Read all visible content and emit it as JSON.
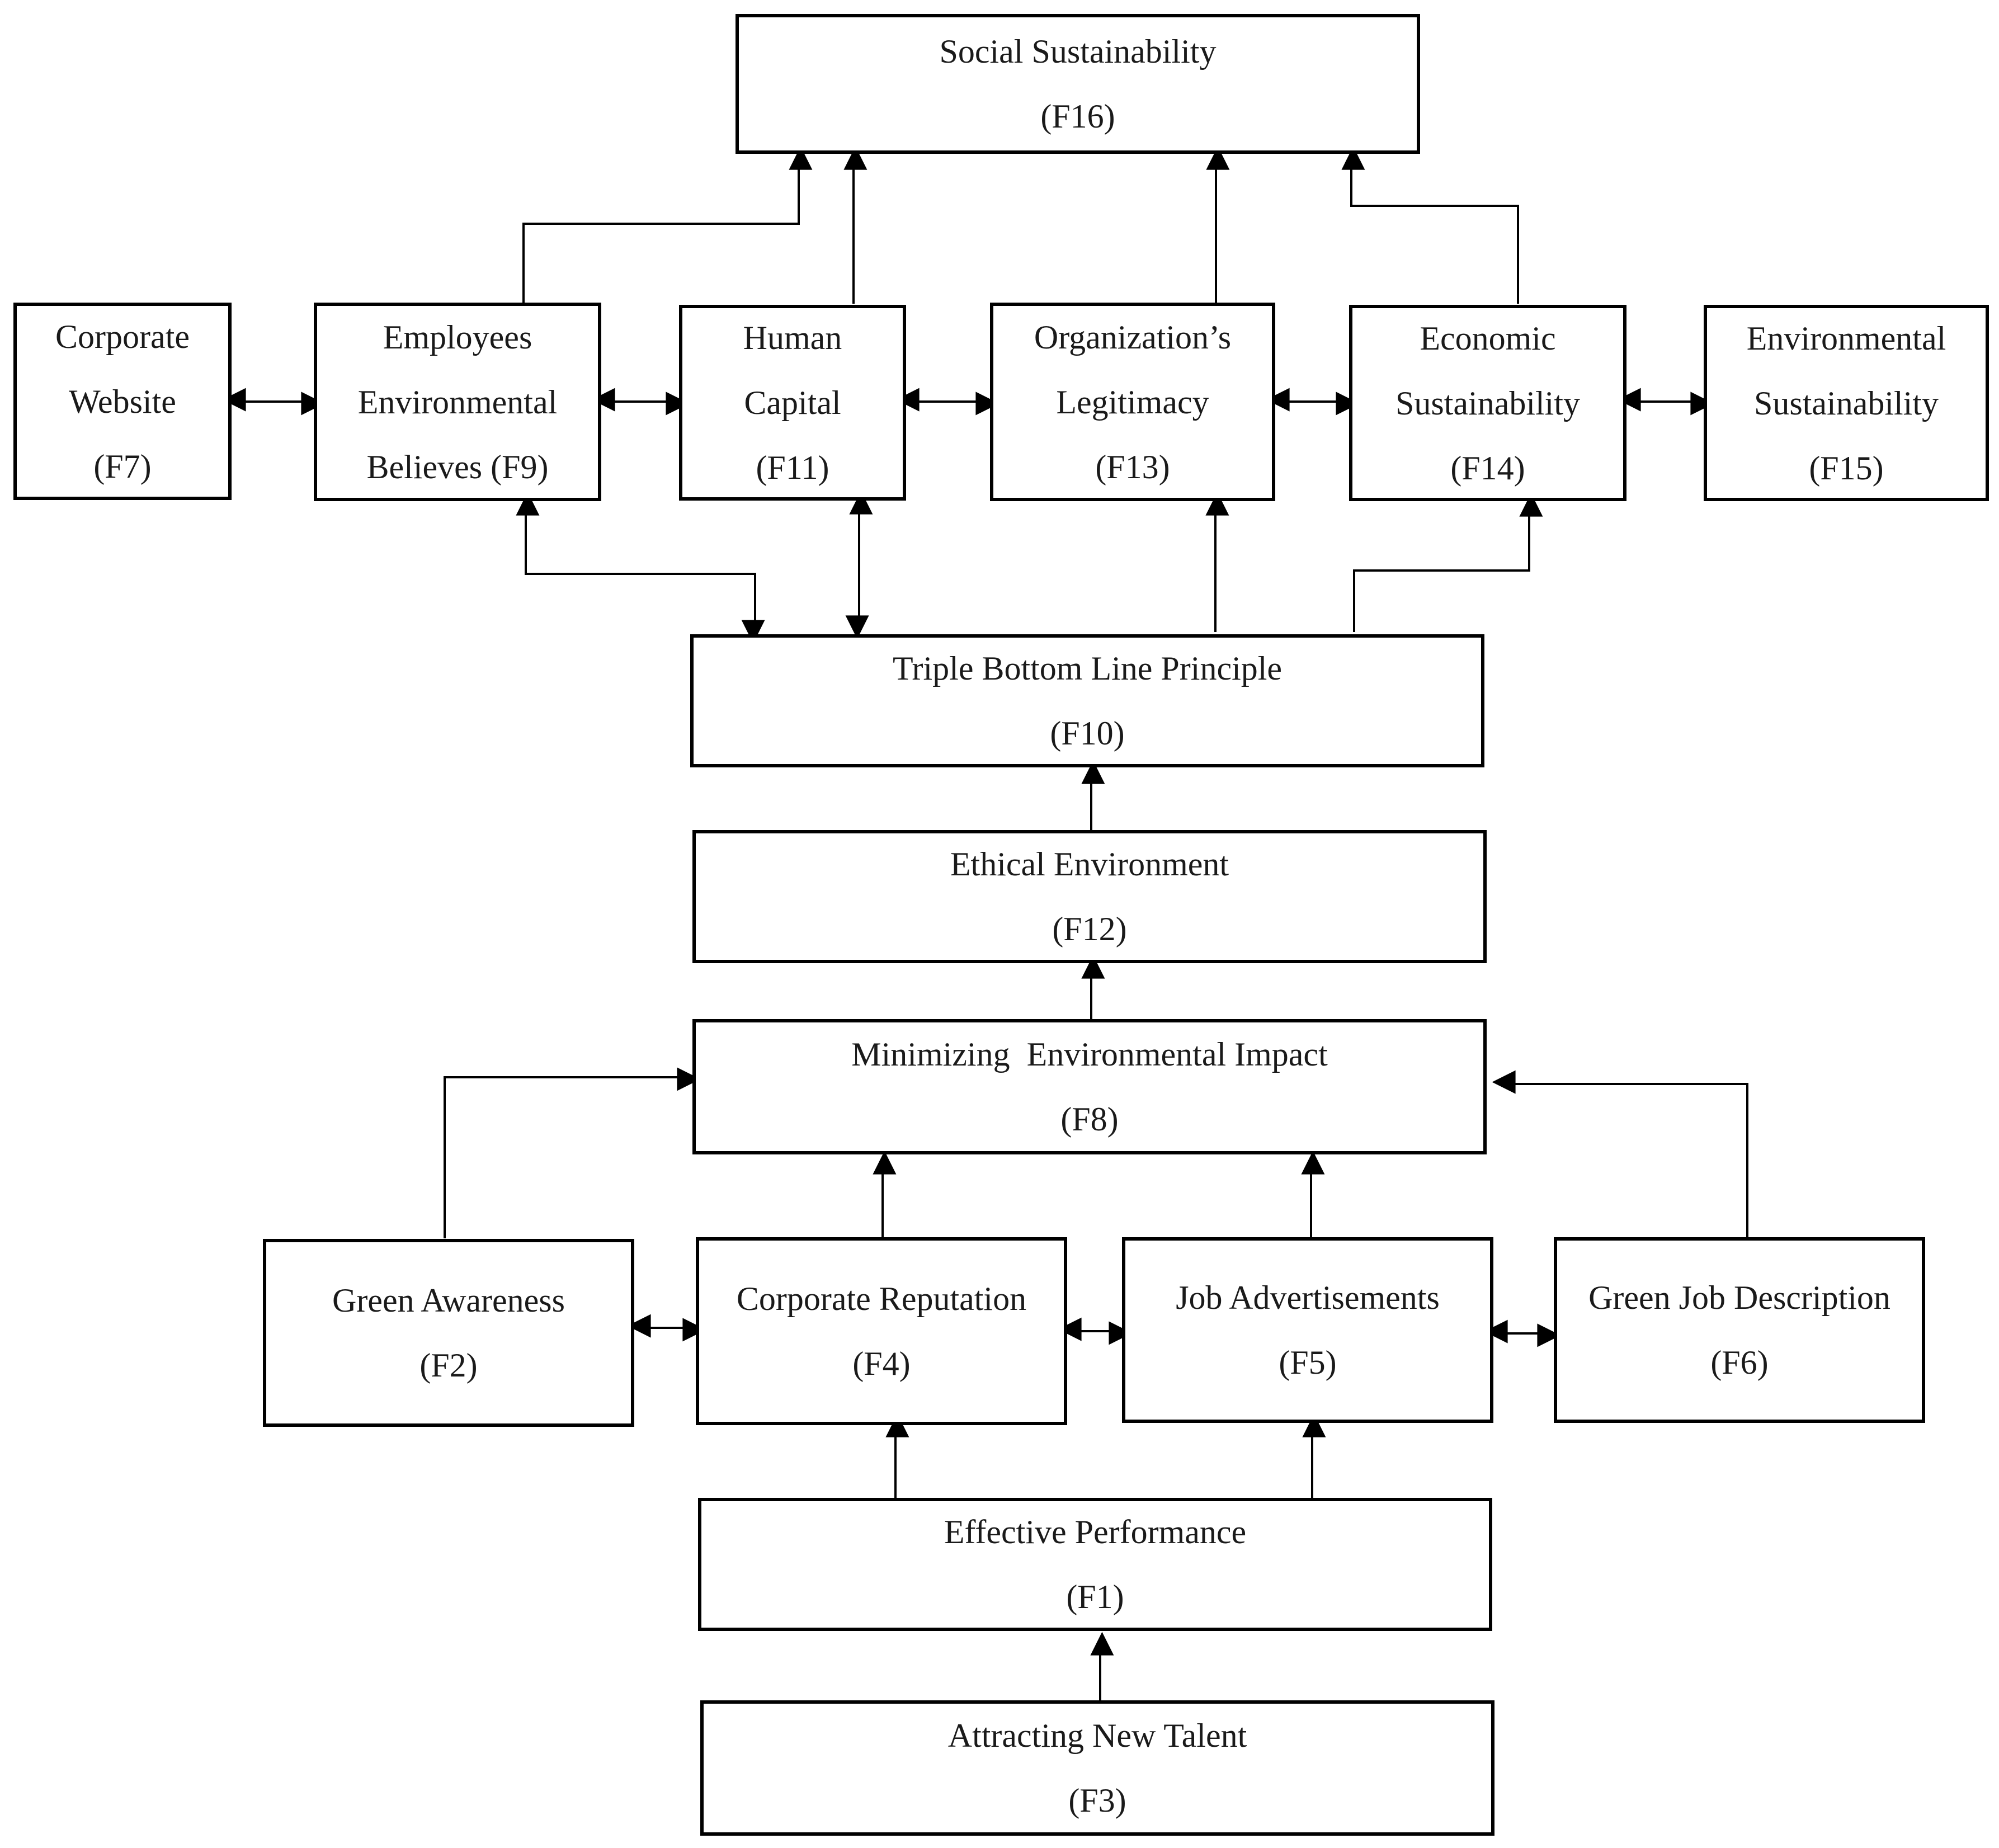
{
  "nodes": {
    "f16": {
      "lines": [
        "Social Sustainability",
        "(F16)"
      ]
    },
    "f7": {
      "lines": [
        "Corporate",
        "Website",
        "(F7)"
      ]
    },
    "f9": {
      "lines": [
        "Employees",
        "Environmental",
        "Believes (F9)"
      ]
    },
    "f11": {
      "lines": [
        "Human",
        "Capital",
        "(F11)"
      ]
    },
    "f13": {
      "lines": [
        "Organization’s",
        "Legitimacy",
        "(F13)"
      ]
    },
    "f14": {
      "lines": [
        "Economic",
        "Sustainability",
        "(F14)"
      ]
    },
    "f15": {
      "lines": [
        "Environmental",
        "Sustainability",
        "(F15)"
      ]
    },
    "f10": {
      "lines": [
        "Triple Bottom Line Principle",
        "(F10)"
      ]
    },
    "f12": {
      "lines": [
        "Ethical Environment",
        "(F12)"
      ]
    },
    "f8": {
      "lines": [
        "Minimizing  Environmental Impact",
        "(F8)"
      ]
    },
    "f2": {
      "lines": [
        "Green Awareness",
        "(F2)"
      ]
    },
    "f4": {
      "lines": [
        "Corporate Reputation",
        "(F4)"
      ]
    },
    "f5": {
      "lines": [
        "Job Advertisements",
        "(F5)"
      ]
    },
    "f6": {
      "lines": [
        "Green Job Description",
        "(F6)"
      ]
    },
    "f1": {
      "lines": [
        "Effective Performance",
        "(F1)"
      ]
    },
    "f3": {
      "lines": [
        "Attracting New Talent",
        "(F3)"
      ]
    }
  },
  "edges": [
    {
      "from": "f3",
      "to": "f1",
      "type": "directed"
    },
    {
      "from": "f1",
      "to": "f4",
      "type": "directed"
    },
    {
      "from": "f1",
      "to": "f5",
      "type": "directed"
    },
    {
      "from": "f2",
      "to": "f4",
      "type": "bidirectional"
    },
    {
      "from": "f4",
      "to": "f5",
      "type": "bidirectional"
    },
    {
      "from": "f5",
      "to": "f6",
      "type": "bidirectional"
    },
    {
      "from": "f2",
      "to": "f8",
      "type": "directed"
    },
    {
      "from": "f4",
      "to": "f8",
      "type": "directed"
    },
    {
      "from": "f5",
      "to": "f8",
      "type": "directed"
    },
    {
      "from": "f6",
      "to": "f8",
      "type": "directed"
    },
    {
      "from": "f8",
      "to": "f12",
      "type": "directed"
    },
    {
      "from": "f12",
      "to": "f10",
      "type": "directed"
    },
    {
      "from": "f10",
      "to": "f9",
      "type": "bidirectional"
    },
    {
      "from": "f10",
      "to": "f11",
      "type": "bidirectional"
    },
    {
      "from": "f10",
      "to": "f13",
      "type": "directed"
    },
    {
      "from": "f10",
      "to": "f14",
      "type": "directed"
    },
    {
      "from": "f7",
      "to": "f9",
      "type": "bidirectional"
    },
    {
      "from": "f9",
      "to": "f11",
      "type": "bidirectional"
    },
    {
      "from": "f11",
      "to": "f13",
      "type": "bidirectional"
    },
    {
      "from": "f13",
      "to": "f14",
      "type": "bidirectional"
    },
    {
      "from": "f14",
      "to": "f15",
      "type": "bidirectional"
    },
    {
      "from": "f9",
      "to": "f16",
      "type": "directed"
    },
    {
      "from": "f11",
      "to": "f16",
      "type": "directed"
    },
    {
      "from": "f13",
      "to": "f16",
      "type": "directed"
    },
    {
      "from": "f14",
      "to": "f16",
      "type": "directed"
    }
  ]
}
